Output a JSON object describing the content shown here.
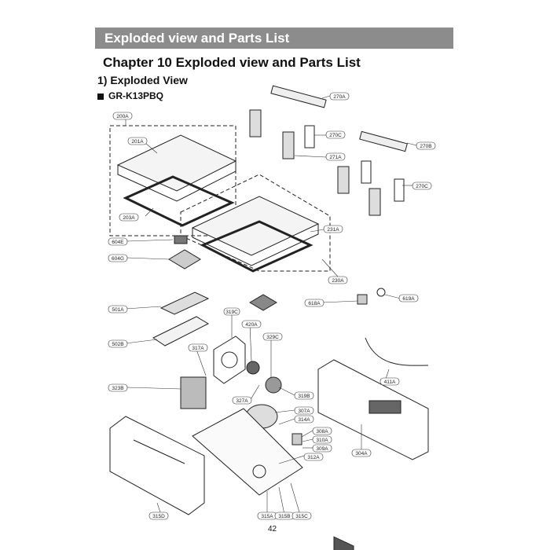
{
  "banner": "Exploded view and Parts List",
  "chapter_title": "Chapter 10  Exploded view and Parts List",
  "section_title": "1) Exploded View",
  "model": "GR-K13PBQ",
  "page_number": "42",
  "labels": {
    "l200A": "200A",
    "l201A": "201A",
    "l203A": "203A",
    "l604E": "604E",
    "l604G": "604G",
    "l270A": "270A",
    "l270B": "270B",
    "l270C1": "270C",
    "l270C2": "270C",
    "l271A": "271A",
    "l231A": "231A",
    "l230A": "230A",
    "l501A": "501A",
    "l502B": "502B",
    "l319C": "319C",
    "l420A": "420A",
    "l329C": "329C",
    "l317A": "317A",
    "l618A": "618A",
    "l619A": "619A",
    "l323B": "323B",
    "l319B": "319B",
    "l327A": "327A",
    "l307A": "307A",
    "l314A": "314A",
    "l308A": "308A",
    "l310A": "310A",
    "l309A": "309A",
    "l312A": "312A",
    "l411A": "411A",
    "l304A": "304A",
    "l315D": "315D",
    "l315A": "315A",
    "l315B": "315B",
    "l315C": "315C"
  }
}
